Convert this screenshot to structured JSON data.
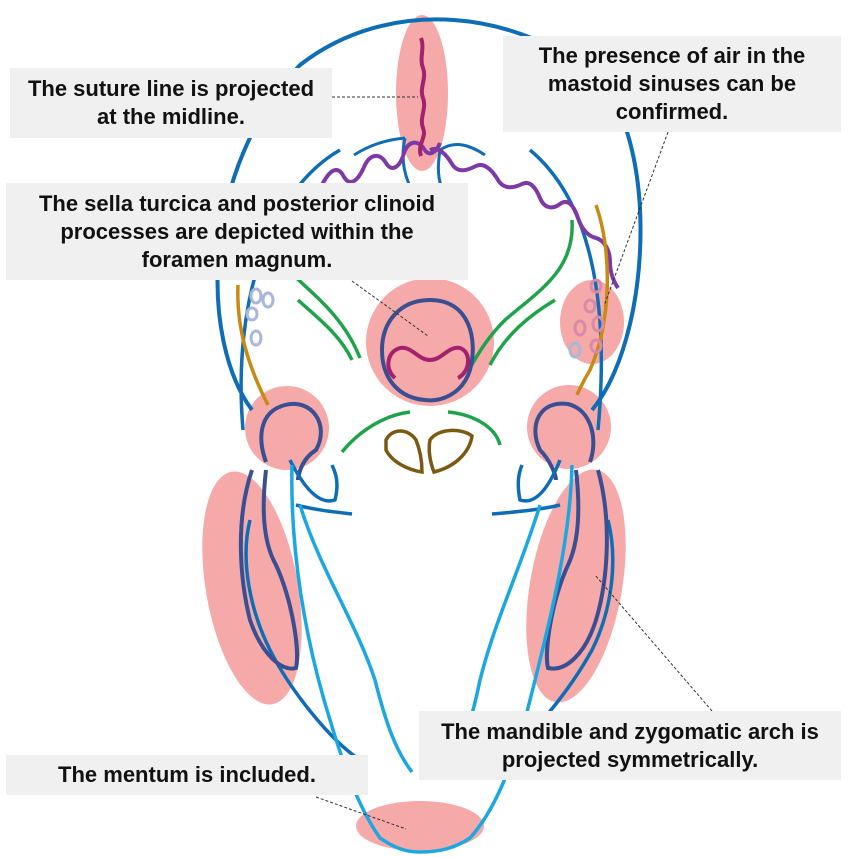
{
  "callouts": {
    "suture": "The suture line is projected at the midline.",
    "mastoid": "The presence of air in the mastoid sinuses can be confirmed.",
    "sella": "The sella turcica and posterior clinoid processes are depicted within the foramen magnum.",
    "mandible": "The mandible and  zygomatic arch is projected symmetrically.",
    "mentum": "The mentum is included."
  },
  "colors": {
    "highlight": "#f6a9a9",
    "skull_outline": "#0e6db5",
    "mandible": "#3a4f92",
    "inner_contour": "#1ba7e0",
    "suture": "#a3216e",
    "lambdoid_suture": "#7d3aa5",
    "petrous_ridge": "#1fa34a",
    "mastoid_line": "#c88a12",
    "mastoid_air_cells": "#a9b7d8",
    "nasal_cavity": "#7a5a12",
    "callout_bg": "#f0f0f0",
    "leader_line": "#333333"
  }
}
